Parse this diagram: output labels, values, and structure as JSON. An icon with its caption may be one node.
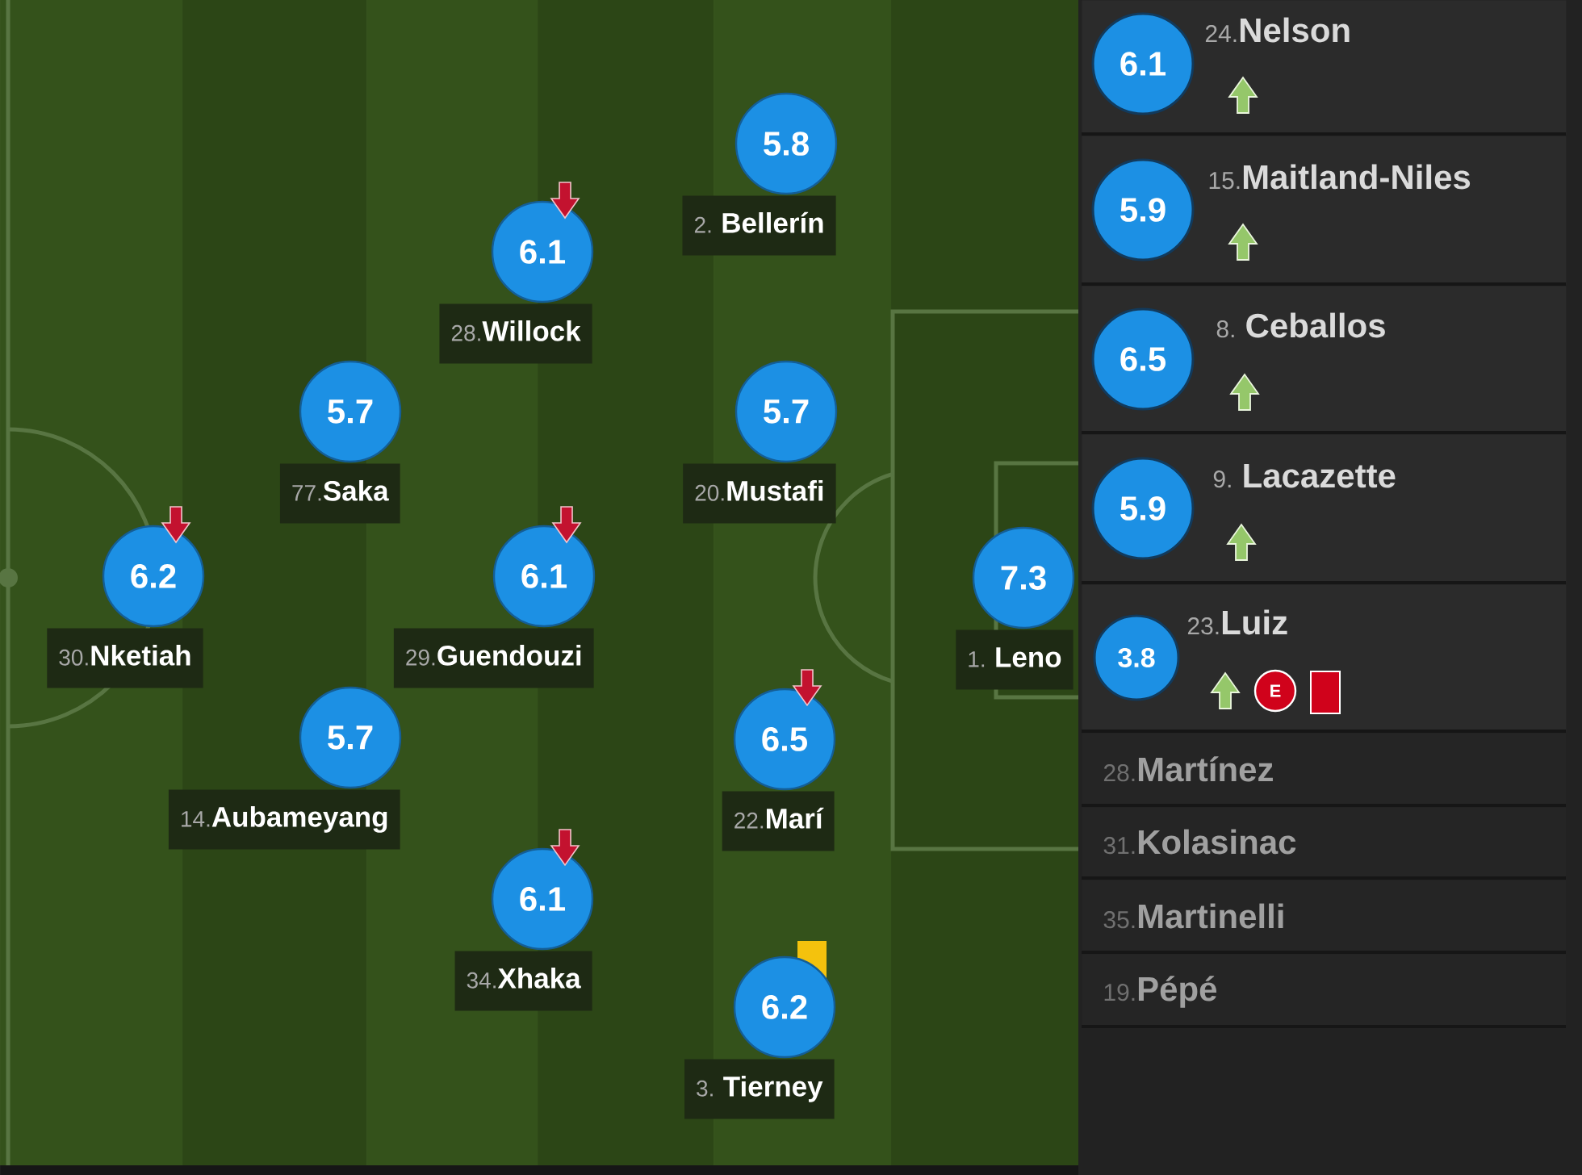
{
  "diagram": {
    "nodes": [
      {
        "text": [
          "5.8"
        ],
        "beside": [
          "2. **Bellerín**"
        ]
      },
      {
        "text": [
          "6.1"
        ],
        "beside": [
          "28.**Willock**"
        ]
      },
      {
        "text": [
          "5.7"
        ],
        "beside": [
          "77.**Saka**"
        ]
      },
      {
        "text": [
          "5.7"
        ],
        "beside": [
          "20.**Mustafi**"
        ]
      },
      {
        "text": [
          "6.2"
        ],
        "beside": [
          "30.**Nketiah**"
        ]
      },
      {
        "text": [
          "6.1"
        ],
        "beside": [
          "29.**Guendouzi**"
        ]
      },
      {
        "text": [
          "7.3"
        ],
        "beside": [
          "1. **Leno**"
        ]
      },
      {
        "text": [
          "5.7"
        ],
        "beside": [
          "14.**Aubameyang**"
        ]
      },
      {
        "text": [
          "6.5"
        ],
        "beside": [
          "22.**Marí**"
        ]
      },
      {
        "text": [
          "6.1"
        ],
        "beside": [
          "34.**Xhaka**"
        ]
      },
      {
        "text": [
          "6.2"
        ],
        "beside": [
          "3. **Tierney**"
        ]
      },
      {
        "text": [
          "24.**Nelson**"
        ]
      },
      {
        "text": [
          "6.1"
        ],
        "in": 11
      },
      {
        "text": [
          "15.**Maitland-Niles**"
        ]
      },
      {
        "text": [
          "5.9"
        ],
        "in": 13
      },
      {
        "text": [
          "8. **Ceballos**"
        ]
      },
      {
        "text": [
          "6.5"
        ],
        "in": 15
      },
      {
        "text": [
          "9. **Lacazette**"
        ]
      },
      {
        "text": [
          "5.9"
        ],
        "in": 17
      },
      {
        "text": [
          "23.**Luiz**"
        ]
      },
      {
        "text": [
          "3.8"
        ],
        "in": 19
      },
      {
        "text": [
          "28.**Martínez**"
        ]
      },
      {
        "text": [
          "31.**Kolasinac**"
        ]
      },
      {
        "text": [
          "35.**Martinelli**"
        ]
      },
      {
        "text": [
          "19.**Pépé**"
        ]
      }
    ],
    "labels": [
      "E"
    ]
  }
}
